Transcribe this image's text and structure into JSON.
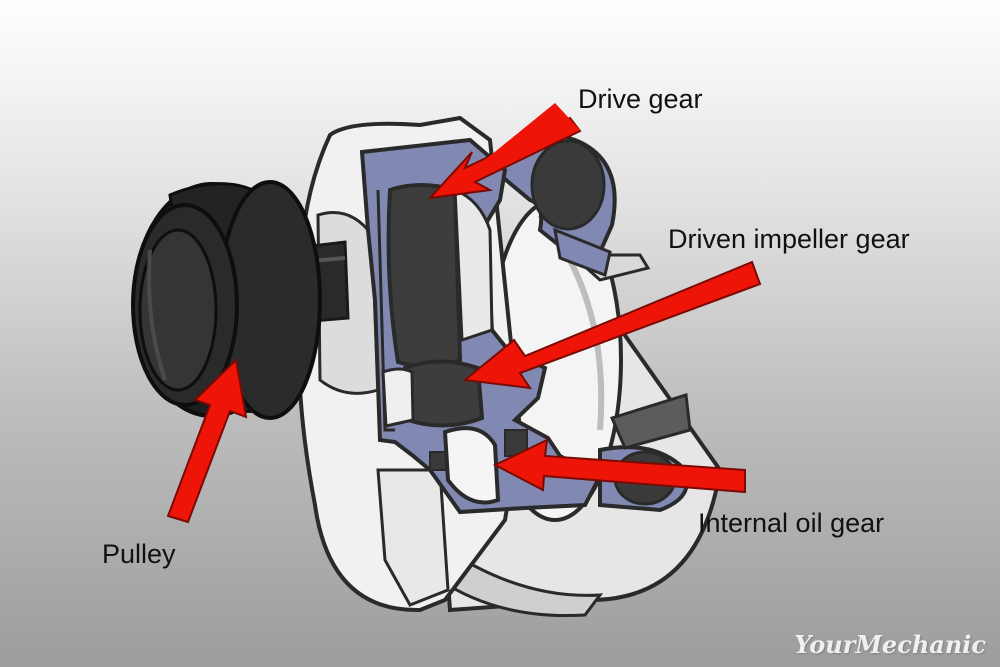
{
  "labels": {
    "drive_gear": "Drive gear",
    "driven_impeller_gear": "Driven impeller gear",
    "internal_oil_gear": "Internal oil gear",
    "pulley": "Pulley"
  },
  "watermark": "YourMechanic",
  "colors": {
    "arrow": "#ee1508",
    "housing_section": "#8189b3",
    "housing_body": "#ececec",
    "gear": "#3d3d3d",
    "pulley": "#1d1d1d"
  }
}
